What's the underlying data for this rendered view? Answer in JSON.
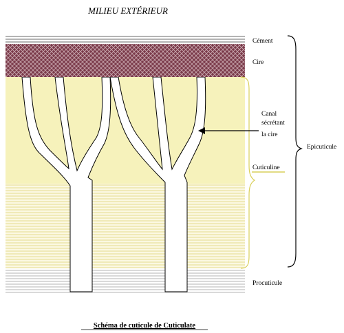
{
  "title": "MILIEU EXTÉRIEUR",
  "caption": "Schéma de cuticule de Cuticulate",
  "labels": {
    "cement": "Cément",
    "wax": "Cire",
    "canal_line1": "Canal",
    "canal_line2": "sécrétant",
    "canal_line3": "la cire",
    "cuticulin": "Cuticuline",
    "epicuticle": "Epicuticule",
    "procuticle": "Procuticule"
  },
  "colors": {
    "cement_lines": "#555555",
    "wax": "#6b2f3f",
    "epicuticle_fill": "#f4f0b4",
    "procuticle_lines_yellow": "#e8e096",
    "procuticle_lines_grey": "#9a9a9a",
    "cuticulin_line": "#d9cf5a"
  }
}
